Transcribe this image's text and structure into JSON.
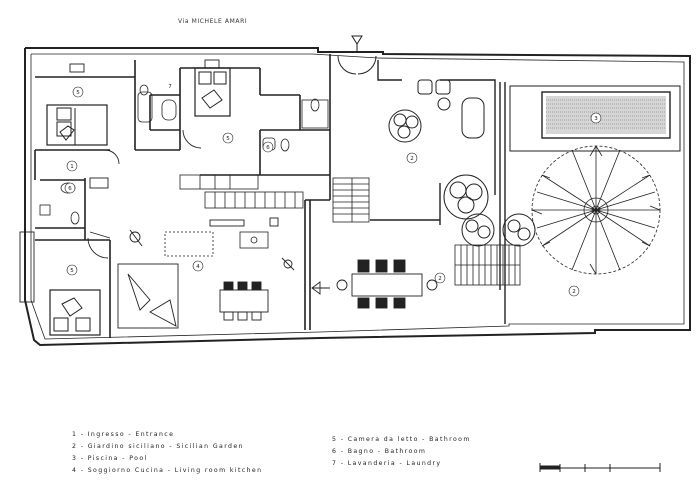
{
  "street": "Via MICHELE AMARI",
  "legend": {
    "i1": "1 - Ingresso - Entrance",
    "i2": "2 - Giardino siciliano - Sicilian Garden",
    "i3": "3 - Piscina - Pool",
    "i4": "4 - Soggiorno Cucina - Living room kitchen",
    "i5": "5 - Camera da letto - Bathroom",
    "i6": "6 - Bagno - Bathroom",
    "i7": "7 - Lavanderia - Laundry"
  },
  "room_numbers": {
    "bed_nw": "5",
    "bed_n": "5",
    "bed_sw": "5",
    "entry": "1",
    "bath_w": "6",
    "bath_c": "6",
    "laundry": "7",
    "living": "4",
    "garden_court": "2",
    "garden_east": "2",
    "pool": "3",
    "dining": "2"
  }
}
